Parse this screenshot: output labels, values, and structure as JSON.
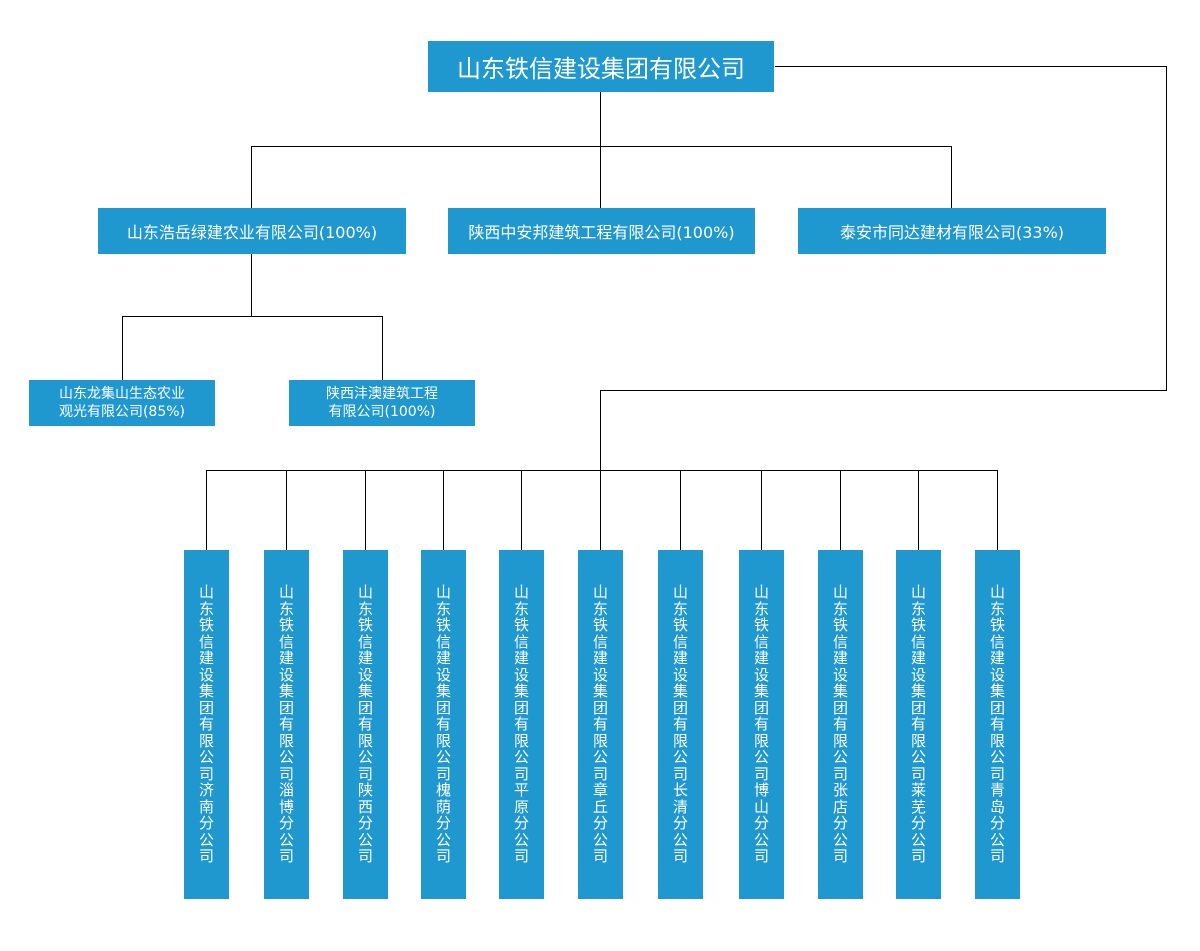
{
  "colors": {
    "box_fill": "#1f97cf",
    "box_text": "#ffffff",
    "connector": "#000000",
    "background": "#ffffff"
  },
  "root": {
    "label": "山东铁信建设集团有限公司"
  },
  "subsidiaries": [
    {
      "label": "山东浩岳绿建农业有限公司(100%)"
    },
    {
      "label": "陕西中安邦建筑工程有限公司(100%)"
    },
    {
      "label": "泰安市同达建材有限公司(33%)"
    }
  ],
  "second_level": [
    {
      "line1": "山东龙集山生态农业",
      "line2": "观光有限公司(85%)"
    },
    {
      "line1": "陕西沣澳建筑工程",
      "line2": "有限公司(100%)"
    }
  ],
  "branches": [
    {
      "label": "山东铁信建设集团有限公司济南分公司"
    },
    {
      "label": "山东铁信建设集团有限公司淄博分公司"
    },
    {
      "label": "山东铁信建设集团有限公司陕西分公司"
    },
    {
      "label": "山东铁信建设集团有限公司槐荫分公司"
    },
    {
      "label": "山东铁信建设集团有限公司平原分公司"
    },
    {
      "label": "山东铁信建设集团有限公司章丘分公司"
    },
    {
      "label": "山东铁信建设集团有限公司长清分公司"
    },
    {
      "label": "山东铁信建设集团有限公司博山分公司"
    },
    {
      "label": "山东铁信建设集团有限公司张店分公司"
    },
    {
      "label": "山东铁信建设集团有限公司莱芜分公司"
    },
    {
      "label": "山东铁信建设集团有限公司青岛分公司"
    }
  ]
}
